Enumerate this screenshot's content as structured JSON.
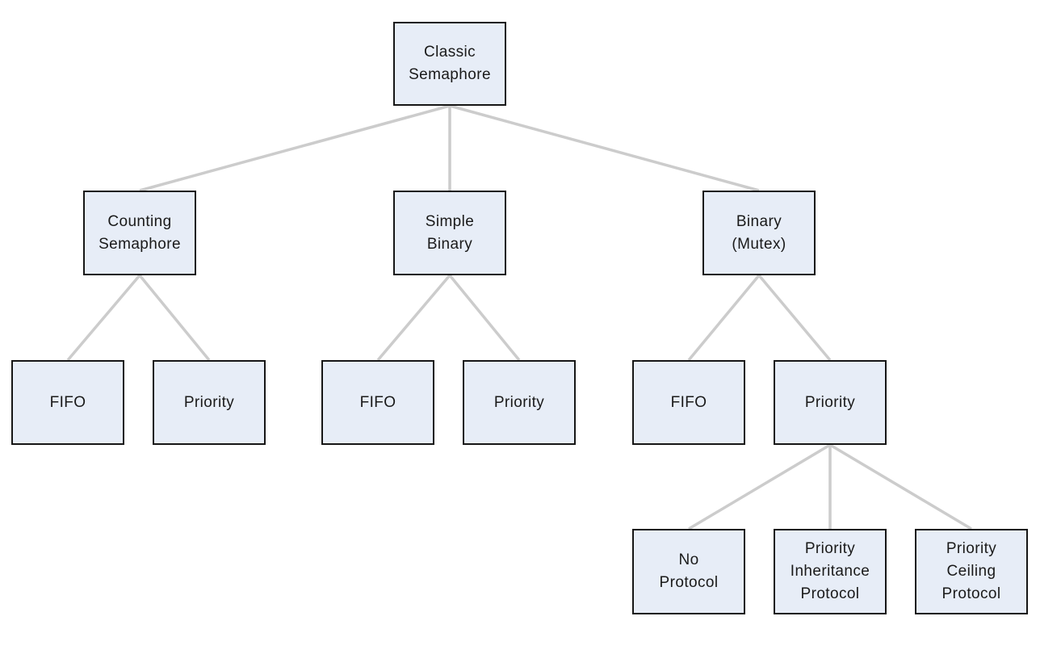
{
  "colors": {
    "background": "#ffffff",
    "node_fill": "#e7edf7",
    "node_border": "#161616",
    "edge": "#cccccc",
    "text": "#1a1a1a"
  },
  "nodes": {
    "classic": {
      "label": "Classic\nSemaphore"
    },
    "counting": {
      "label": "Counting\nSemaphore"
    },
    "simple": {
      "label": "Simple\nBinary"
    },
    "binary": {
      "label": "Binary\n(Mutex)"
    },
    "fifo_counting": {
      "label": "FIFO"
    },
    "priority_counting": {
      "label": "Priority"
    },
    "fifo_simple": {
      "label": "FIFO"
    },
    "priority_simple": {
      "label": "Priority"
    },
    "fifo_binary": {
      "label": "FIFO"
    },
    "priority_binary": {
      "label": "Priority"
    },
    "no_protocol": {
      "label": "No\nProtocol"
    },
    "priority_inheritance": {
      "label": "Priority\nInheritance\nProtocol"
    },
    "priority_ceiling": {
      "label": "Priority\nCeiling\nProtocol"
    }
  },
  "edges": [
    [
      "classic",
      "counting"
    ],
    [
      "classic",
      "simple"
    ],
    [
      "classic",
      "binary"
    ],
    [
      "counting",
      "fifo_counting"
    ],
    [
      "counting",
      "priority_counting"
    ],
    [
      "simple",
      "fifo_simple"
    ],
    [
      "simple",
      "priority_simple"
    ],
    [
      "binary",
      "fifo_binary"
    ],
    [
      "binary",
      "priority_binary"
    ],
    [
      "priority_binary",
      "no_protocol"
    ],
    [
      "priority_binary",
      "priority_inheritance"
    ],
    [
      "priority_binary",
      "priority_ceiling"
    ]
  ],
  "edge_stroke_width": 3.5
}
